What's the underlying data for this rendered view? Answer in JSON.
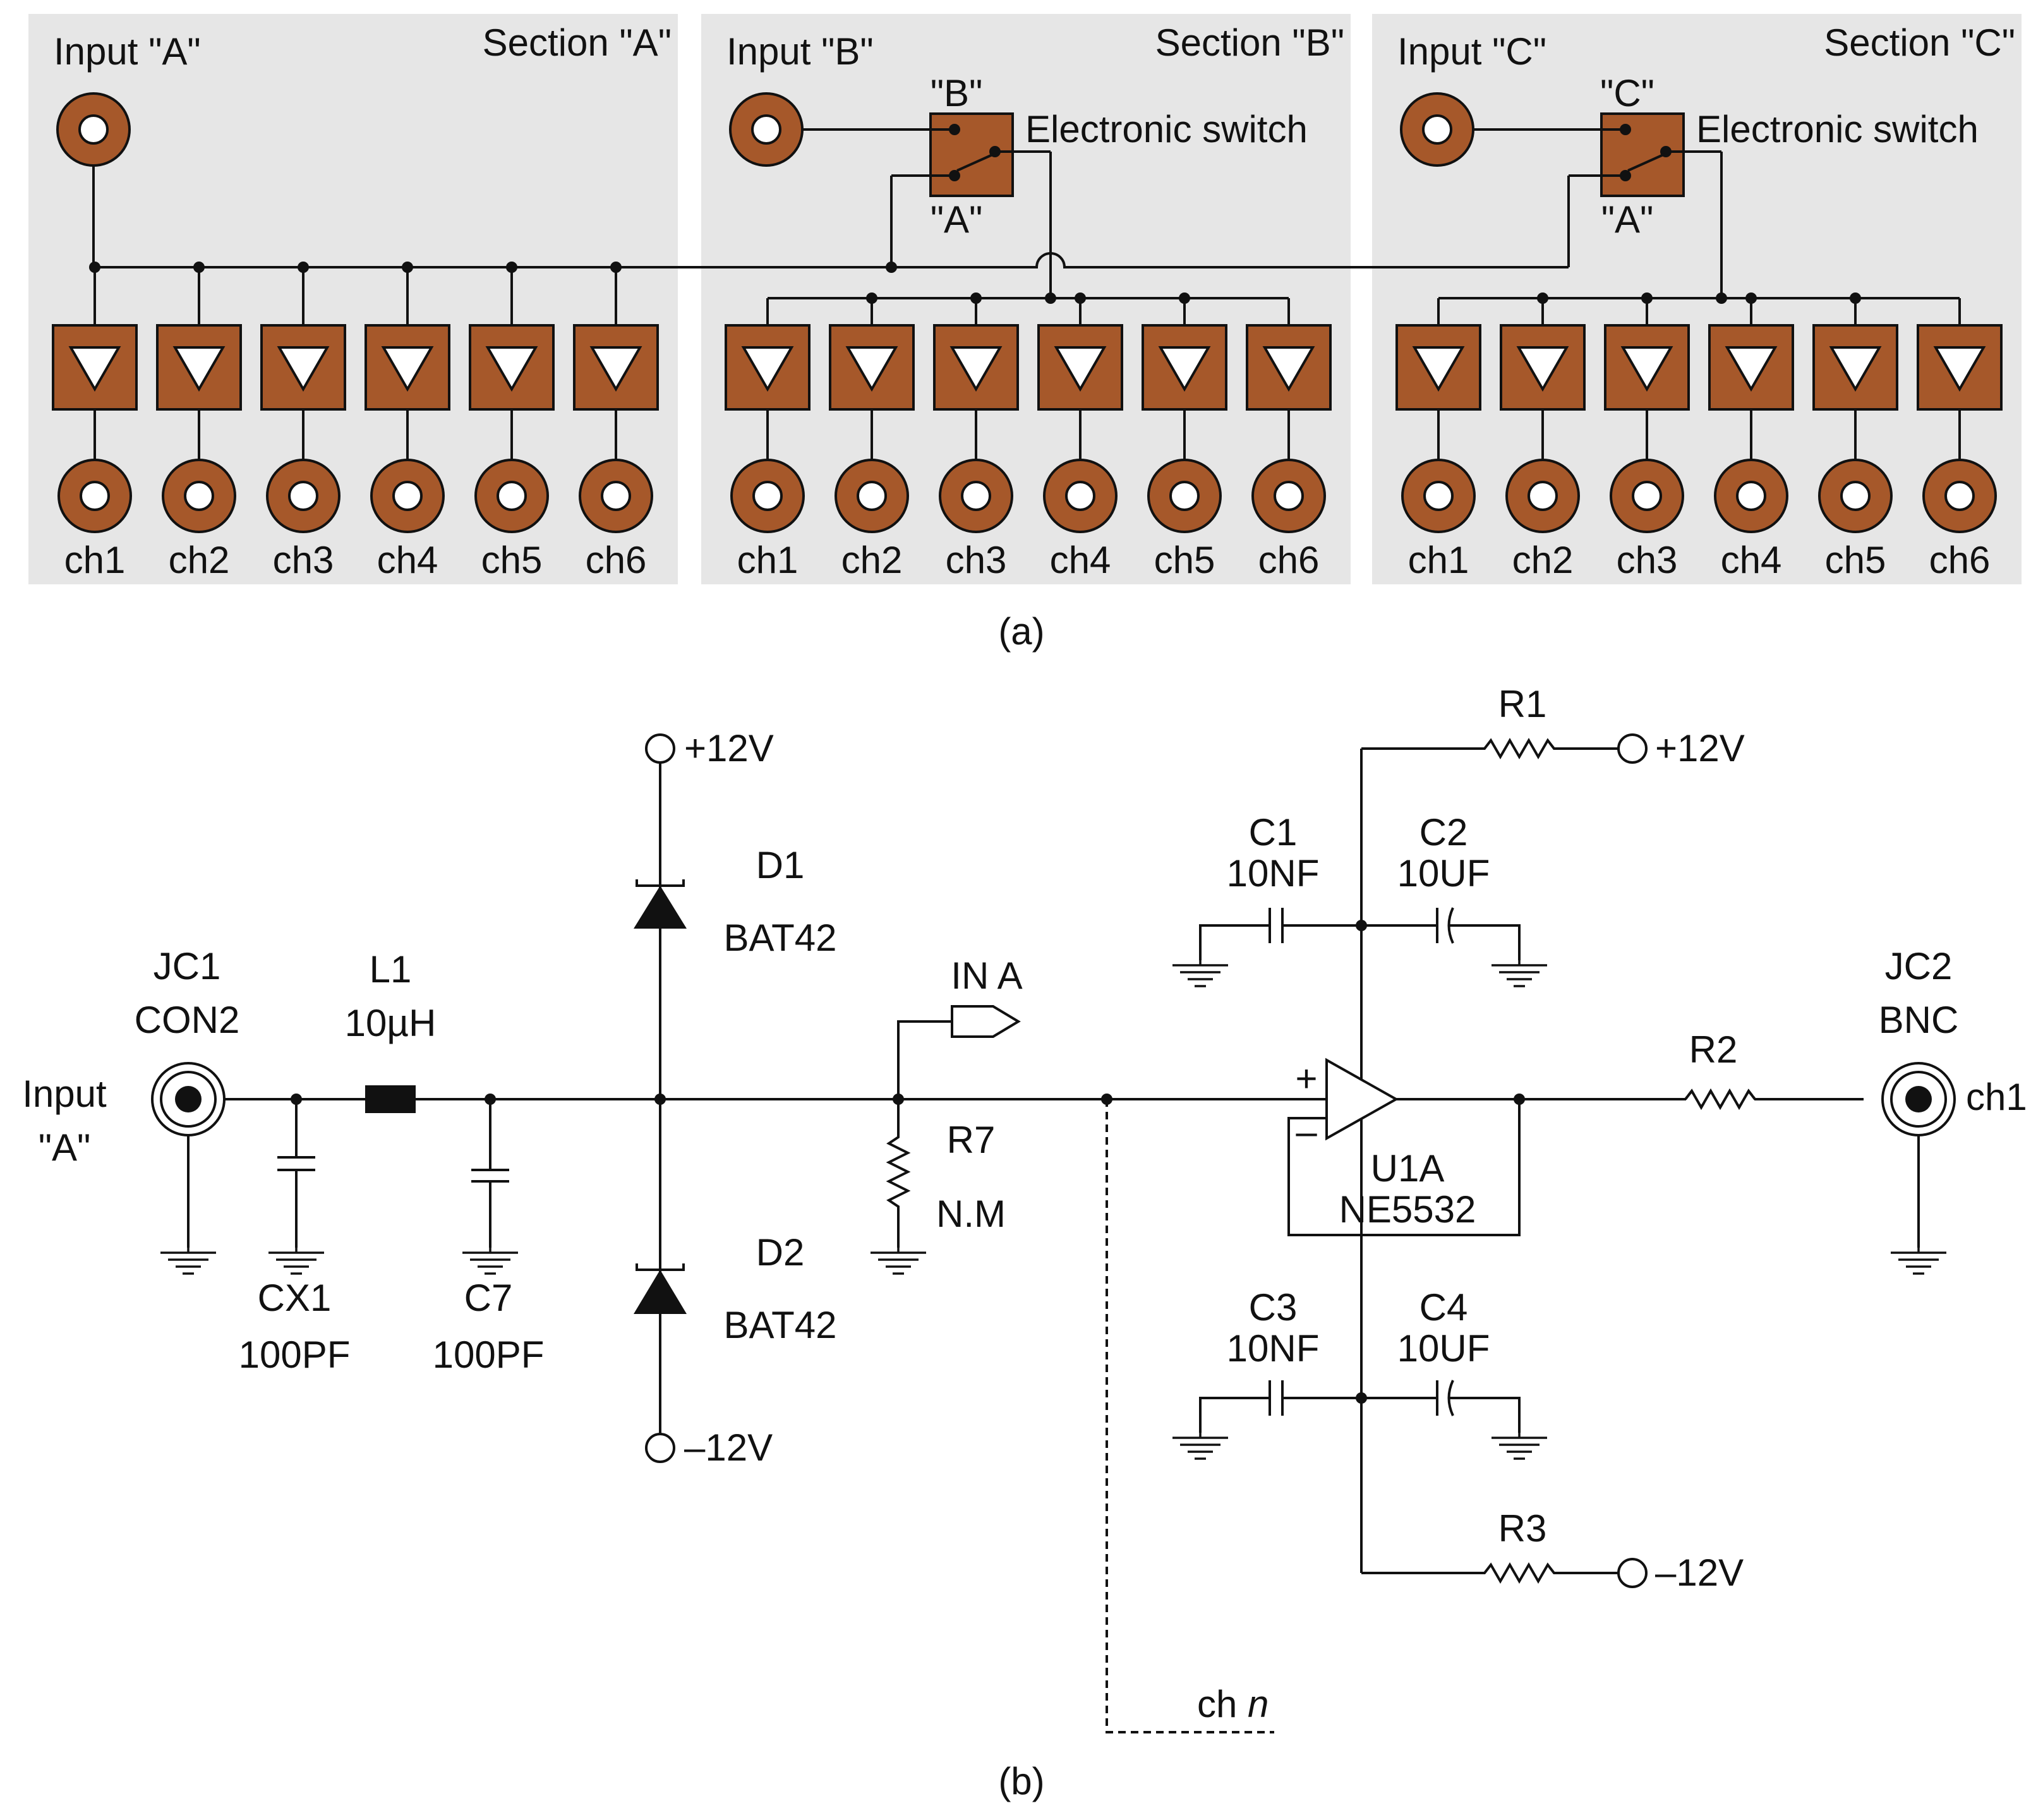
{
  "part_a": {
    "caption": "(a)",
    "sections": [
      {
        "title": "Section \"A\"",
        "input_label": "Input \"A\"",
        "has_switch": false,
        "switch_top": "",
        "switch_bottom": "",
        "switch_label": "",
        "channels": [
          "ch1",
          "ch2",
          "ch3",
          "ch4",
          "ch5",
          "ch6"
        ]
      },
      {
        "title": "Section \"B\"",
        "input_label": "Input \"B\"",
        "has_switch": true,
        "switch_top": "\"B\"",
        "switch_bottom": "\"A\"",
        "switch_label": "Electronic switch",
        "channels": [
          "ch1",
          "ch2",
          "ch3",
          "ch4",
          "ch5",
          "ch6"
        ]
      },
      {
        "title": "Section \"C\"",
        "input_label": "Input \"C\"",
        "has_switch": true,
        "switch_top": "\"C\"",
        "switch_bottom": "\"A\"",
        "switch_label": "Electronic switch",
        "channels": [
          "ch1",
          "ch2",
          "ch3",
          "ch4",
          "ch5",
          "ch6"
        ]
      }
    ],
    "colors": {
      "panel": "#e6e6e6",
      "component": "#a6582a"
    }
  },
  "part_b": {
    "caption": "(b)",
    "input_label_line1": "Input",
    "input_label_line2": "\"A\"",
    "jc1": {
      "ref": "JC1",
      "value": "CON2"
    },
    "l1": {
      "ref": "L1",
      "value": "10µH"
    },
    "cx1": {
      "ref": "CX1",
      "value": "100PF"
    },
    "c7": {
      "ref": "C7",
      "value": "100PF"
    },
    "d1": {
      "ref": "D1",
      "value": "BAT42"
    },
    "d2": {
      "ref": "D2",
      "value": "BAT42"
    },
    "vpos_top": "+12V",
    "vneg_bottom": "–12V",
    "in_a": "IN A",
    "r7": {
      "ref": "R7",
      "value": "N.M"
    },
    "r1": {
      "ref": "R1",
      "supply": "+12V"
    },
    "c1": {
      "ref": "C1",
      "value": "10NF"
    },
    "c2": {
      "ref": "C2",
      "value": "10UF"
    },
    "u1a": {
      "ref": "U1A",
      "value": "NE5532",
      "plus": "+",
      "minus": "–"
    },
    "c3": {
      "ref": "C3",
      "value": "10NF"
    },
    "c4": {
      "ref": "C4",
      "value": "10UF"
    },
    "r3": {
      "ref": "R3",
      "supply": "–12V"
    },
    "r2": {
      "ref": "R2"
    },
    "jc2": {
      "ref": "JC2",
      "value": "BNC"
    },
    "out_label": "ch1",
    "chn_prefix": "ch",
    "chn_italic": "n"
  }
}
